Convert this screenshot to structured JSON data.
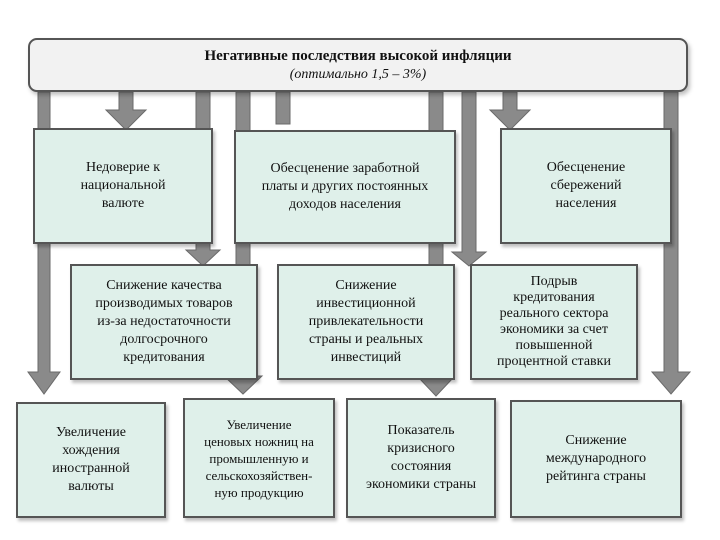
{
  "header": {
    "title": "Негативные последствия высокой инфляции",
    "subtitle": "(оптимально 1,5 – 3%)"
  },
  "level1": [
    {
      "text": "Недоверие к\nнациональной\nвалюте"
    },
    {
      "text": "Обесценение заработной\nплаты и других постоянных\nдоходов населения"
    },
    {
      "text": "Обесценение\nсбережений\nнаселения"
    }
  ],
  "level2": [
    {
      "text": "Снижение качества\nпроизводимых товаров\nиз-за недостаточности\nдолгосрочного\nкредитования"
    },
    {
      "text": "Снижение\nинвестиционной\nпривлекательности\nстраны и реальных\nинвестиций"
    },
    {
      "text": "Подрыв\nкредитования\nреального сектора\nэкономики за счет\nповышенной\nпроцентной ставки"
    }
  ],
  "level3": [
    {
      "text": "Увеличение\nхождения\nиностранной\nвалюты"
    },
    {
      "text": "Увеличение\nценовых ножниц на\nпромышленную и\nсельскохозяйствен-\nную продукцию"
    },
    {
      "text": "Показатель\nкризисного\nсостояния\nэкономики страны"
    },
    {
      "text": "Снижение\nмеждународного\nрейтинга страны"
    }
  ],
  "colors": {
    "box_fill": "#dff0ea",
    "arrow_fill": "#8a8a8a",
    "border": "#555555",
    "title_fill": "#f2f2f2"
  }
}
